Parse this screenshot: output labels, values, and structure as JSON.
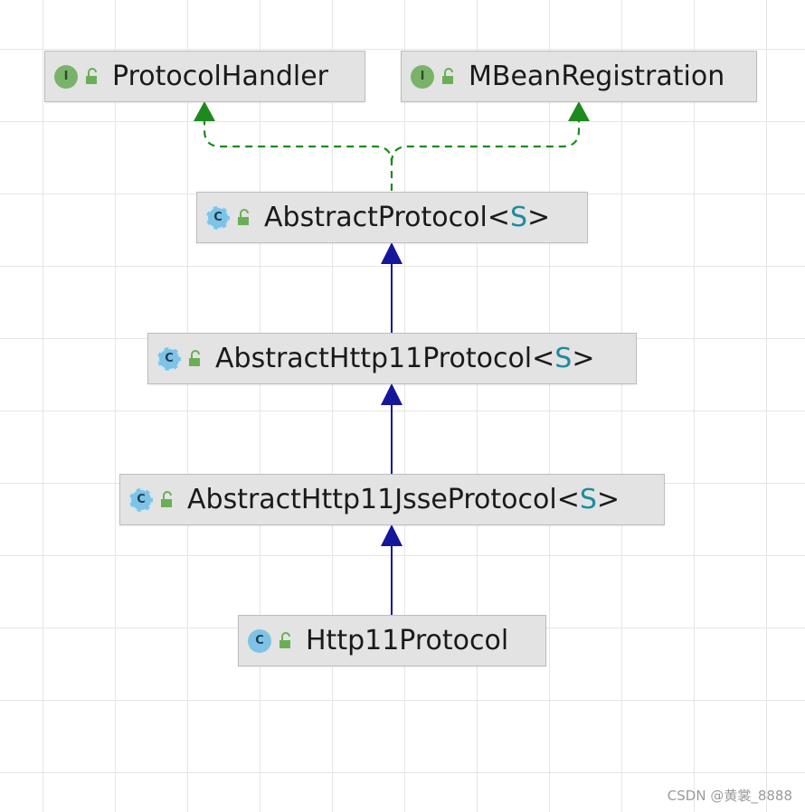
{
  "diagram": {
    "nodes": [
      {
        "id": "protocol-handler",
        "kind": "interface",
        "kind_letter": "I",
        "name": "ProtocolHandler",
        "type_param": ""
      },
      {
        "id": "mbean-registration",
        "kind": "interface",
        "kind_letter": "I",
        "name": "MBeanRegistration",
        "type_param": ""
      },
      {
        "id": "abstract-protocol",
        "kind": "abstract-class",
        "kind_letter": "C",
        "name": "AbstractProtocol",
        "type_param": "S"
      },
      {
        "id": "abstract-http11-protocol",
        "kind": "abstract-class",
        "kind_letter": "C",
        "name": "AbstractHttp11Protocol",
        "type_param": "S"
      },
      {
        "id": "abstract-http11-jsse-protocol",
        "kind": "abstract-class",
        "kind_letter": "C",
        "name": "AbstractHttp11JsseProtocol",
        "type_param": "S"
      },
      {
        "id": "http11-protocol",
        "kind": "class",
        "kind_letter": "C",
        "name": "Http11Protocol",
        "type_param": ""
      }
    ],
    "edges": [
      {
        "from": "abstract-protocol",
        "to": "protocol-handler",
        "type": "implements"
      },
      {
        "from": "abstract-protocol",
        "to": "mbean-registration",
        "type": "implements"
      },
      {
        "from": "abstract-http11-protocol",
        "to": "abstract-protocol",
        "type": "extends"
      },
      {
        "from": "abstract-http11-jsse-protocol",
        "to": "abstract-http11-protocol",
        "type": "extends"
      },
      {
        "from": "http11-protocol",
        "to": "abstract-http11-jsse-protocol",
        "type": "extends"
      }
    ],
    "colors": {
      "implements_edge": "#1d8a1d",
      "extends_edge": "#16169a",
      "node_fill": "#e3e3e3",
      "interface_icon": "#79b36a",
      "class_icon": "#7ec3e6",
      "lock_icon": "#6cae57",
      "type_param": "#1e8c9c"
    }
  },
  "watermark": "CSDN @黄裳_8888"
}
